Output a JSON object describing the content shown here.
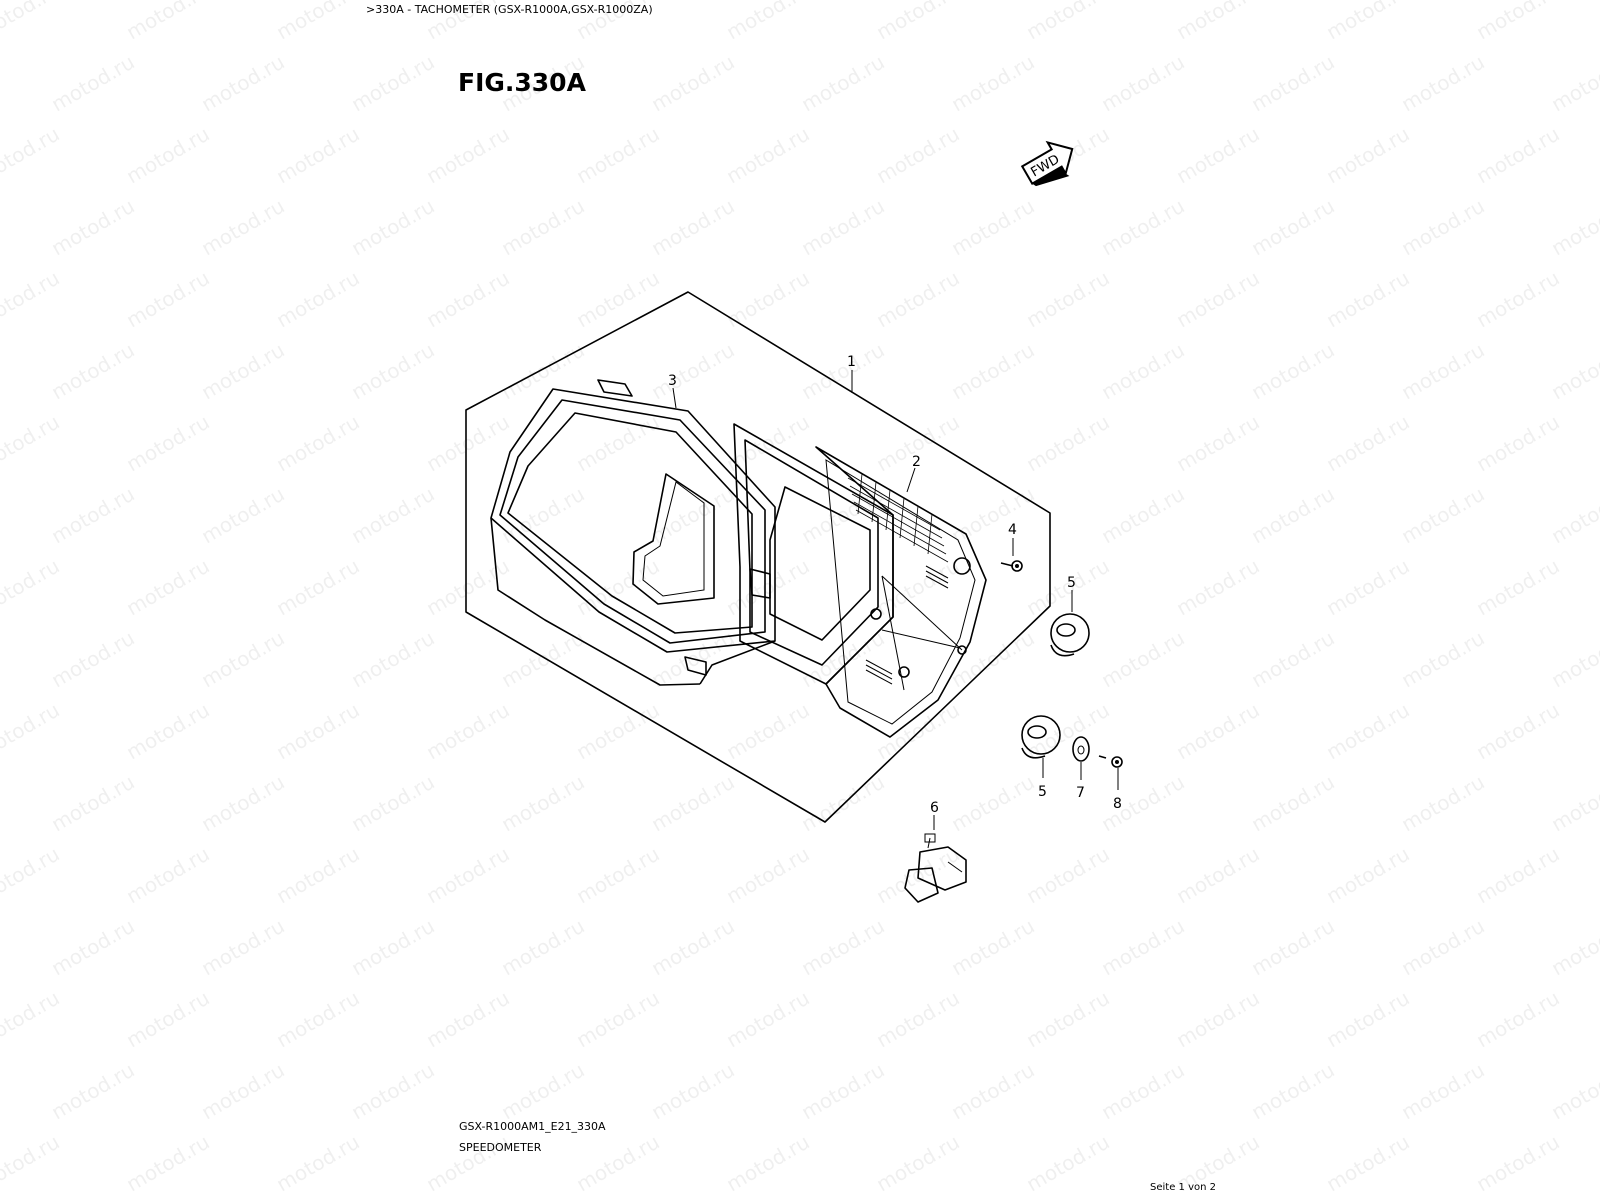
{
  "header": {
    "breadcrumb": ">330A - TACHOMETER (GSX-R1000A,GSX-R1000ZA)"
  },
  "figure": {
    "title": "FIG.330A"
  },
  "fwd_arrow": {
    "label": "FWD"
  },
  "callouts": [
    "1",
    "2",
    "3",
    "4",
    "5",
    "5",
    "6",
    "7",
    "8"
  ],
  "footer": {
    "drawing_code": "GSX-R1000AM1_E21_330A",
    "caption": "SPEEDOMETER",
    "page": "Seite 1 von 2"
  },
  "watermark": "motod.ru"
}
